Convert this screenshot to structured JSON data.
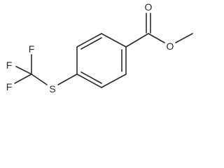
{
  "molecule": {
    "atoms": {
      "oxygen_carbonyl": "O",
      "oxygen_ester": "O",
      "sulfur": "S",
      "fluorine_top_left": "F",
      "fluorine_top_right": "F",
      "fluorine_bottom": "F"
    },
    "colors": {
      "ink": "#2a2a2a",
      "background": "#ffffff"
    }
  }
}
